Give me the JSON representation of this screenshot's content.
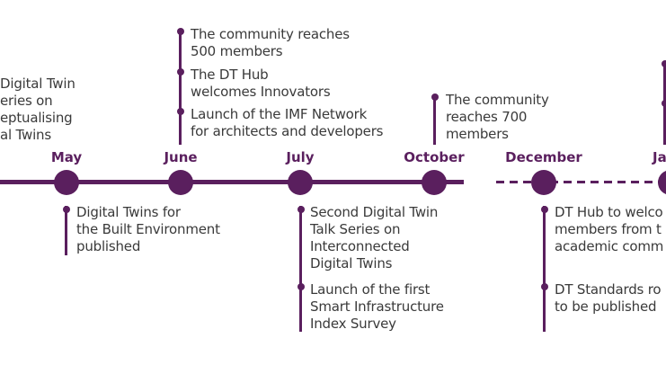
{
  "months": {
    "may": "May",
    "june": "June",
    "july": "July",
    "october": "October",
    "december": "December",
    "january": "Janu"
  },
  "events": {
    "apr_talk": "Digital Twin\neries on\neptualising\nal Twins",
    "may_dtbe": "Digital Twins for\nthe Built Environment\npublished",
    "jun_500": "The community reaches\n500 members",
    "jun_innovators": "The DT Hub\nwelcomes Innovators",
    "jun_imf": "Launch of the IMF Network\nfor architects and developers",
    "jul_talk": "Second Digital Twin\nTalk Series on\nInterconnected\nDigital Twins",
    "jul_survey": "Launch of the first\nSmart Infrastructure\nIndex Survey",
    "oct_700": "The community\nreaches 700\nmembers",
    "dec_academic": "DT Hub to welco\nmembers from t\nacademic comm",
    "dec_standards": "DT Standards ro\nto be published"
  },
  "colors": {
    "accent": "#5a1f5e",
    "text": "#3a3a3a"
  }
}
